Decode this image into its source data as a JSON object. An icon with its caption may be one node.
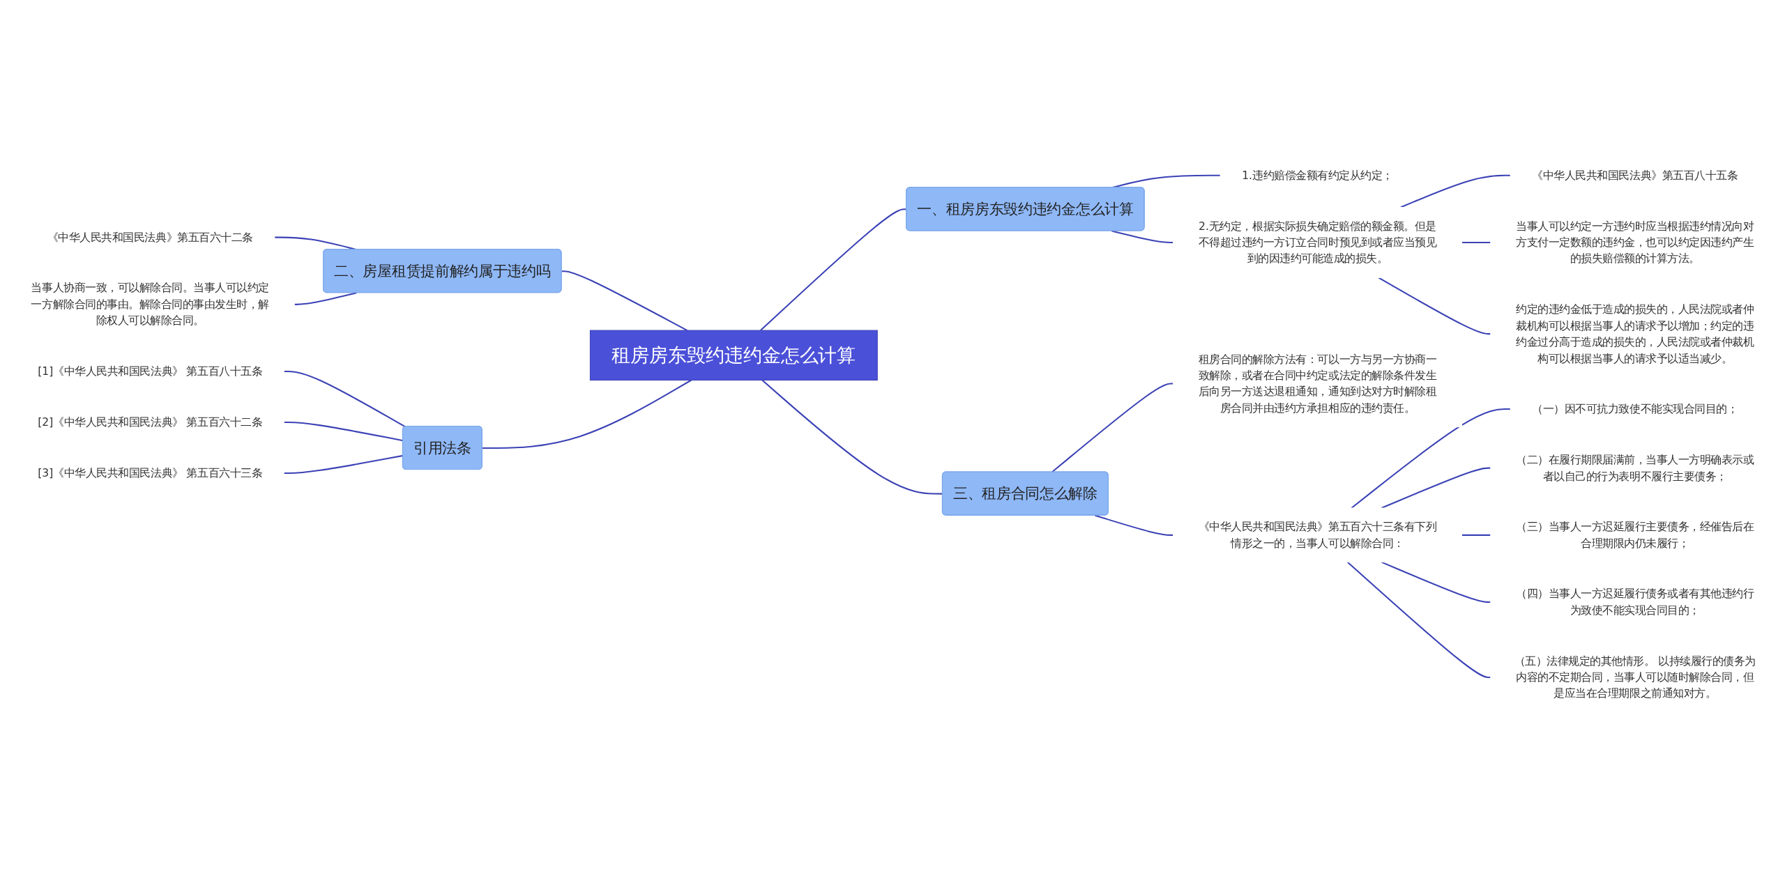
{
  "diagram": {
    "nodes": [
      {
        "text": [
          "租房房东毁约违约金怎么计算"
        ]
      },
      {
        "text": [
          "一、租房房东毁约违约金怎么计算"
        ]
      },
      {
        "text": [
          "1.违约赔偿金额有约定从约定；"
        ]
      },
      {
        "text": [
          "2.无约定，根据实际损失确定赔偿的额金额。但是不得超过违约一方订立合同时预见到或者应当预见到的因违约可能造成的损失。"
        ]
      },
      {
        "text": [
          "《中华人民共和国民法典》第五百八十五条"
        ]
      },
      {
        "text": [
          "当事人可以约定一方违约时应当根据违约情况向对方支付一定数额的违约金，也可以约定因违约产生的损失赔偿额的计算方法。"
        ]
      },
      {
        "text": [
          "约定的违约金低于造成的损失的，人民法院或者仲裁机构可以根据当事人的请求予以增加；约定的违约金过分高于造成的损失的，人民法院或者仲裁机构可以根据当事人的请求予以适当减少。"
        ]
      },
      {
        "text": [
          "三、租房合同怎么解除"
        ]
      },
      {
        "text": [
          "租房合同的解除方法有：可以一方与另一方协商一致解除，或者在合同中约定或法定的解除条件发生后向另一方送达退租通知，通知到达对方时解除租房合同并由违约方承担相应的违约责任。"
        ]
      },
      {
        "text": [
          "《中华人民共和国民法典》第五百六十三条有下列情形之一的，当事人可以解除合同："
        ]
      },
      {
        "text": [
          "（一）因不可抗力致使不能实现合同目的；"
        ]
      },
      {
        "text": [
          "（二）在履行期限届满前，当事人一方明确表示或者以自己的行为表明不履行主要债务；"
        ]
      },
      {
        "text": [
          "（三）当事人一方迟延履行主要债务，经催告后在合理期限内仍未履行；"
        ]
      },
      {
        "text": [
          "（四）当事人一方迟延履行债务或者有其他违约行为致使不能实现合同目的；"
        ]
      },
      {
        "text": [
          "（五）法律规定的其他情形。 以持续履行的债务为内容的不定期合同，当事人可以随时解除合同，但是应当在合理期限之前通知对方。"
        ]
      },
      {
        "text": [
          "二、房屋租赁提前解约属于违约吗"
        ]
      },
      {
        "text": [
          "《中华人民共和国民法典》第五百六十二条"
        ]
      },
      {
        "text": [
          "当事人协商一致，可以解除合同。当事人可以约定一方解除合同的事由。解除合同的事由发生时，解除权人可以解除合同。"
        ]
      },
      {
        "text": [
          "引用法条"
        ]
      },
      {
        "text": [
          "[1]《中华人民共和国民法典》 第五百八十五条"
        ]
      },
      {
        "text": [
          "[2]《中华人民共和国民法典》 第五百六十二条"
        ]
      },
      {
        "text": [
          "[3]《中华人民共和国民法典》 第五百六十三条"
        ]
      }
    ],
    "edges": [
      {
        "from": 0,
        "to": 1,
        "arrow": "none"
      },
      {
        "from": 1,
        "to": 2,
        "arrow": "none"
      },
      {
        "from": 1,
        "to": 3,
        "arrow": "none"
      },
      {
        "from": 3,
        "to": 4,
        "arrow": "none"
      },
      {
        "from": 3,
        "to": 5,
        "arrow": "none"
      },
      {
        "from": 3,
        "to": 6,
        "arrow": "none"
      },
      {
        "from": 0,
        "to": 7,
        "arrow": "none"
      },
      {
        "from": 7,
        "to": 8,
        "arrow": "none"
      },
      {
        "from": 7,
        "to": 9,
        "arrow": "none"
      },
      {
        "from": 9,
        "to": 10,
        "arrow": "none"
      },
      {
        "from": 9,
        "to": 11,
        "arrow": "none"
      },
      {
        "from": 9,
        "to": 12,
        "arrow": "none"
      },
      {
        "from": 9,
        "to": 13,
        "arrow": "none"
      },
      {
        "from": 9,
        "to": 14,
        "arrow": "none"
      },
      {
        "from": 0,
        "to": 15,
        "arrow": "none"
      },
      {
        "from": 15,
        "to": 16,
        "arrow": "none"
      },
      {
        "from": 15,
        "to": 17,
        "arrow": "none"
      },
      {
        "from": 0,
        "to": 18,
        "arrow": "none"
      },
      {
        "from": 18,
        "to": 19,
        "arrow": "none"
      },
      {
        "from": 18,
        "to": 20,
        "arrow": "none"
      },
      {
        "from": 18,
        "to": 21,
        "arrow": "none"
      }
    ]
  }
}
